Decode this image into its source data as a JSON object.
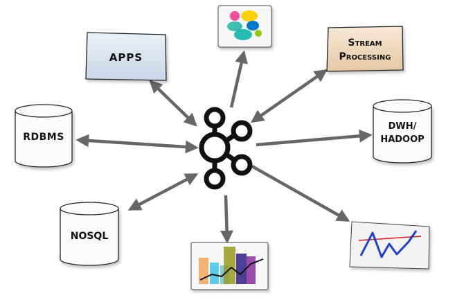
{
  "nodes": {
    "apps": {
      "label": "APPS"
    },
    "stream": {
      "label_line1": "Stream",
      "label_line2": "Processing"
    },
    "rdbms": {
      "label": "RDBMS"
    },
    "dwh": {
      "label_line1": "DWH/",
      "label_line2": "HADOOP"
    },
    "nosql": {
      "label": "NOSQL"
    },
    "elastic": {
      "icon": "elastic-logo-icon"
    },
    "bi": {
      "icon": "bar-chart-icon"
    },
    "monitor": {
      "icon": "line-chart-icon"
    },
    "hub": {
      "icon": "kafka-logo-icon"
    }
  },
  "colors": {
    "arrow": "#666666",
    "apps_fill": "#dbe6f2",
    "stream_fill": "#f1dcc2",
    "hub": "#111111",
    "monitor_line": "#1e3fcf",
    "monitor_threshold": "#d21e1e"
  }
}
